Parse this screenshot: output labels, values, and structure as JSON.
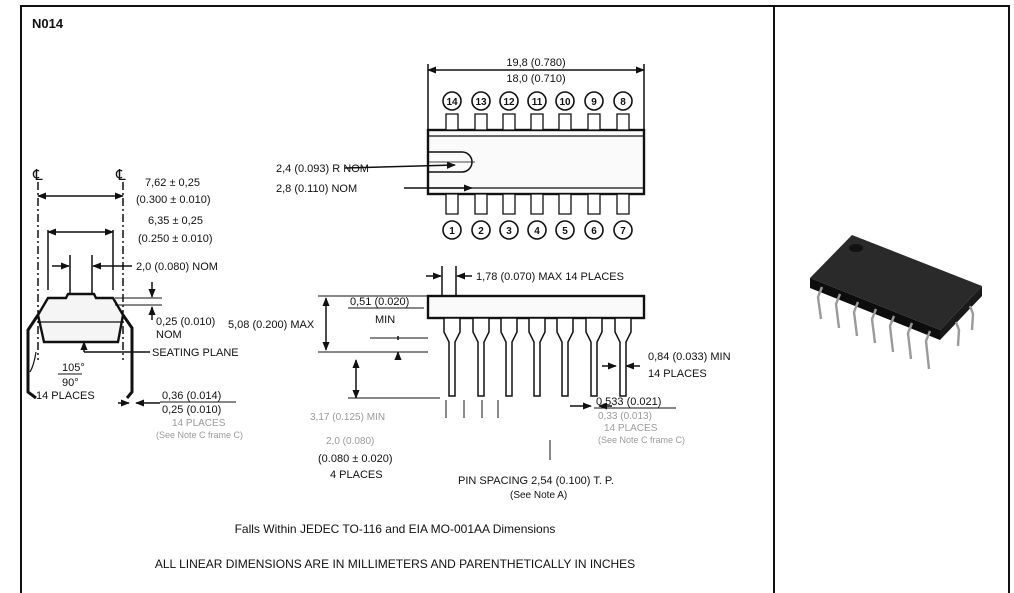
{
  "package_code": "N014",
  "end_view": {
    "centerline_left": "℄",
    "centerline_right": "℄",
    "row_span_mm": "7,62 ± 0,25",
    "row_span_in": "(0.300 ± 0.010)",
    "body_width_mm": "6,35 ± 0,25",
    "body_width_in": "(0.250 ± 0.010)",
    "tab_nom": "2,0 (0.080) NOM",
    "thickness_value": "0,25 (0.010)",
    "thickness_nom": "NOM",
    "angle_max": "105°",
    "angle_min": "90°",
    "angle_places": "14 PLACES",
    "seating_plane": "SEATING PLANE",
    "lead_width_max": "0,36 (0.014)",
    "lead_width_min": "0,25 (0.010)",
    "lead_places": "14 PLACES",
    "lead_note": "(See Note C frame C)"
  },
  "top_view": {
    "length_max": "19,8 (0.780)",
    "length_min": "18,0 (0.710)",
    "radius_nom": "2,4 (0.093) R NOM",
    "notch_nom": "2,8 (0.110) NOM",
    "pins_top": [
      "14",
      "13",
      "12",
      "11",
      "10",
      "9",
      "8"
    ],
    "pins_bottom": [
      "1",
      "2",
      "3",
      "4",
      "5",
      "6",
      "7"
    ]
  },
  "side_view": {
    "shoulder_max": "1,78 (0.070) MAX 14 PLACES",
    "height_max": "5,08 (0.200) MAX",
    "standoff_value": "0,51 (0.020)",
    "standoff_min": "MIN",
    "lead_length": "3,17 (0.125) MIN",
    "end_lead_value": "2,0 (0.080)",
    "end_lead_tol": "(0.080 ± 0.020)",
    "end_lead_places": "4 PLACES",
    "shoulder_min": "0,84 (0.033) MIN",
    "shoulder_places": "14 PLACES",
    "tip_width_max": "0,533 (0.021)",
    "tip_width_min": "0,33 (0.013)",
    "tip_places": "14 PLACES",
    "tip_note": "(See Note C frame C)",
    "pin_spacing": "PIN SPACING 2,54 (0.100) T. P.",
    "pin_spacing_note": "(See Note A)"
  },
  "notes": {
    "jedec": "Falls Within JEDEC TO-116 and EIA MO-001AA Dimensions",
    "units": "ALL LINEAR DIMENSIONS ARE IN MILLIMETERS AND PARENTHETICALLY IN INCHES"
  }
}
